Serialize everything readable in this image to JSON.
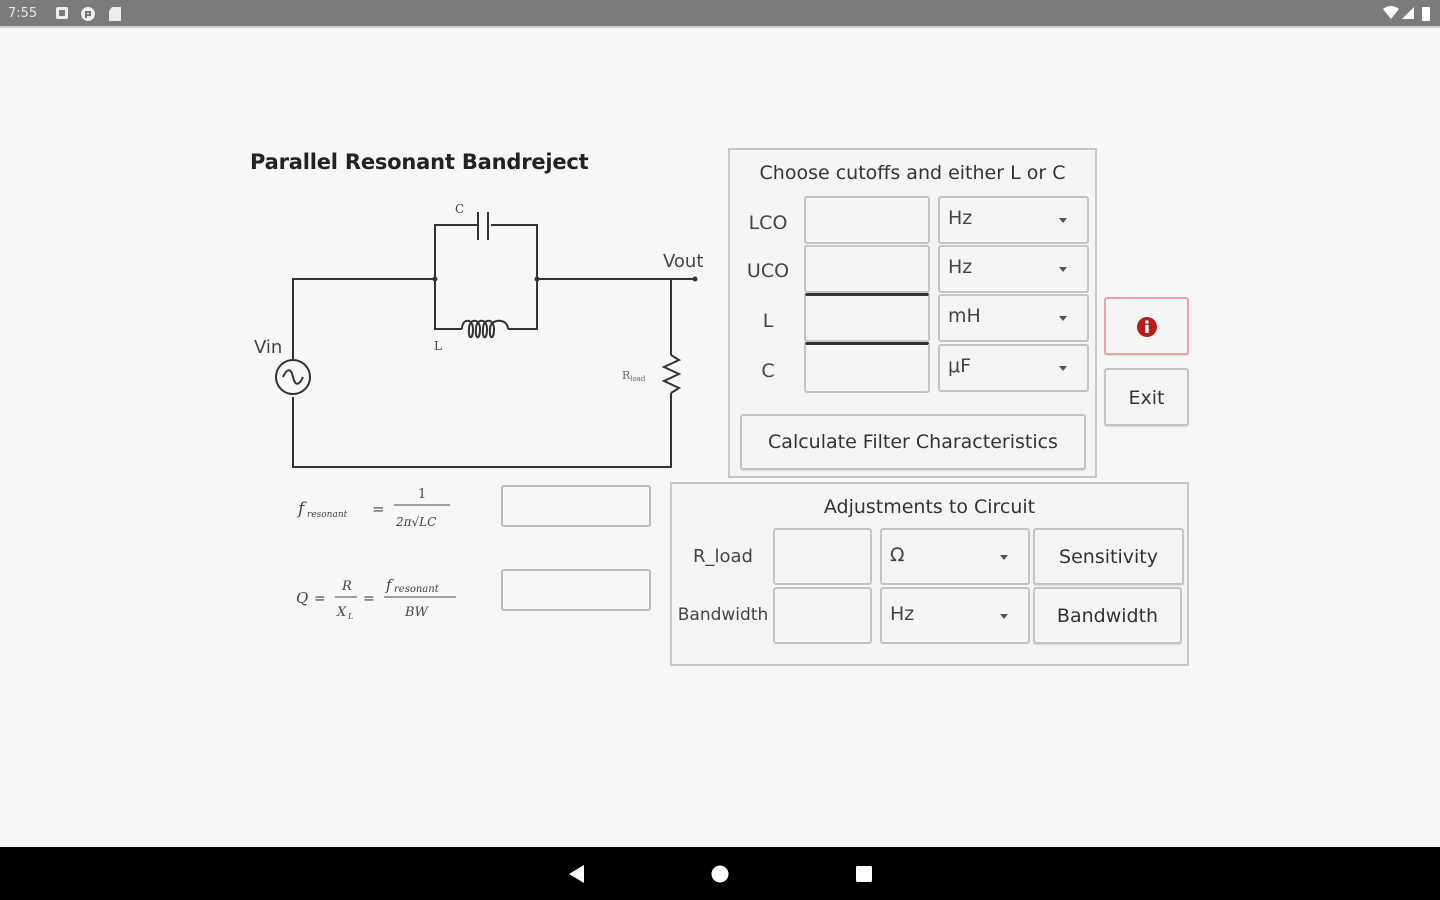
{
  "status_bar": {
    "time": "7:55",
    "left_icons": [
      "notification-icon",
      "app-icon",
      "sd-card-icon"
    ],
    "right_icons": [
      "wifi-icon",
      "signal-icon",
      "battery-icon"
    ]
  },
  "page": {
    "title": "Parallel Resonant Bandreject"
  },
  "circuit": {
    "labels": {
      "capacitor": "C",
      "inductor": "L",
      "vin": "Vin",
      "vout": "Vout",
      "rload": "R",
      "rload_sub": "load"
    }
  },
  "formulas": {
    "f_resonant": {
      "lhs": "f",
      "lhs_sub": "resonant",
      "equals": "=",
      "numerator": "1",
      "denominator": "2π√LC"
    },
    "q_factor": {
      "lhs": "Q",
      "equals": "=",
      "frac1_num": "R",
      "frac1_den": "X",
      "frac1_den_sub": "L",
      "frac2_num": "f",
      "frac2_num_sub": "resonant",
      "frac2_den": "BW"
    },
    "f_resonant_value": "",
    "q_value": ""
  },
  "cutoff_panel": {
    "title": "Choose cutoffs and either L or C",
    "rows": [
      {
        "label": "LCO",
        "value": "",
        "unit": "Hz"
      },
      {
        "label": "UCO",
        "value": "",
        "unit": "Hz"
      },
      {
        "label": "L",
        "value": "",
        "unit": "mH"
      },
      {
        "label": "C",
        "value": "",
        "unit": "μF"
      }
    ],
    "calculate_label": "Calculate Filter Characteristics"
  },
  "side_buttons": {
    "info_icon": "info-icon",
    "info_color": "#b71c1c",
    "exit_label": "Exit"
  },
  "adjust_panel": {
    "title": "Adjustments to Circuit",
    "rows": [
      {
        "label": "R_load",
        "value": "",
        "unit": "Ω",
        "button": "Sensitivity"
      },
      {
        "label": "Bandwidth",
        "value": "",
        "unit": "Hz",
        "button": "Bandwidth"
      }
    ]
  },
  "nav_bar": {
    "back": "back-icon",
    "home": "home-icon",
    "recents": "recents-icon"
  }
}
